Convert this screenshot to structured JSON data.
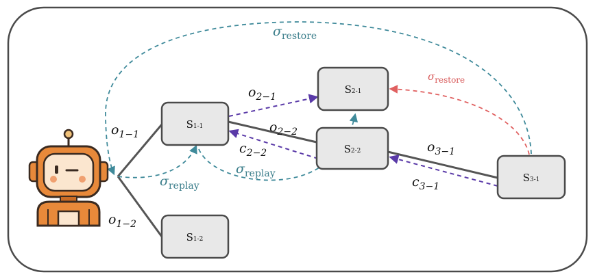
{
  "nodes": {
    "s11": {
      "base": "S",
      "sub": "1-1"
    },
    "s12": {
      "base": "S",
      "sub": "1-2"
    },
    "s21": {
      "base": "S",
      "sub": "2-1"
    },
    "s22": {
      "base": "S",
      "sub": "2-2"
    },
    "s31": {
      "base": "S",
      "sub": "3-1"
    }
  },
  "edge_labels": {
    "o11": {
      "base": "o",
      "sub": "1−1"
    },
    "o12": {
      "base": "o",
      "sub": "1−2"
    },
    "o21": {
      "base": "o",
      "sub": "2−1"
    },
    "o22": {
      "base": "o",
      "sub": "2−2"
    },
    "o31": {
      "base": "o",
      "sub": "3−1"
    },
    "c22": {
      "base": "c",
      "sub": "2−2"
    },
    "c31": {
      "base": "c",
      "sub": "3−1"
    }
  },
  "sigma_labels": {
    "replay1": {
      "base": "σ",
      "sub": "replay"
    },
    "replay2": {
      "base": "σ",
      "sub": "replay"
    },
    "restore_top": {
      "base": "σ",
      "sub": "restore"
    },
    "restore_right": {
      "base": "σ",
      "sub": "restore"
    }
  },
  "colors": {
    "purple_arrow": "#5a3aa8",
    "teal_arrow": "#3f8a9a",
    "red_arrow": "#e06060",
    "node_fill": "#e8e8e8",
    "robot_orange": "#e8893a"
  },
  "icons": {
    "agent": "robot-icon"
  }
}
